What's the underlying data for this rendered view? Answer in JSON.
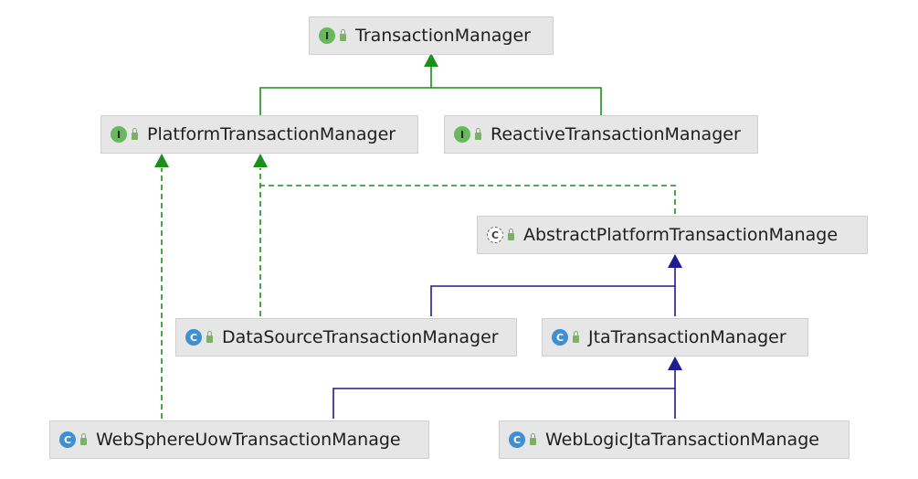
{
  "diagram": {
    "nodes": [
      {
        "id": "transaction-manager",
        "label": "TransactionManager",
        "kind": "interface",
        "badge": "I"
      },
      {
        "id": "platform-transaction-manager",
        "label": "PlatformTransactionManager",
        "kind": "interface",
        "badge": "I"
      },
      {
        "id": "reactive-transaction-manager",
        "label": "ReactiveTransactionManager",
        "kind": "interface",
        "badge": "I"
      },
      {
        "id": "abstract-platform-transaction-manager",
        "label": "AbstractPlatformTransactionManage",
        "kind": "abstract-class",
        "badge": "C"
      },
      {
        "id": "datasource-transaction-manager",
        "label": "DataSourceTransactionManager",
        "kind": "class",
        "badge": "C"
      },
      {
        "id": "jta-transaction-manager",
        "label": "JtaTransactionManager",
        "kind": "class",
        "badge": "C"
      },
      {
        "id": "websphere-uow-transaction-manager",
        "label": "WebSphereUowTransactionManage",
        "kind": "class",
        "badge": "C"
      },
      {
        "id": "weblogic-jta-transaction-manager",
        "label": "WebLogicJtaTransactionManage",
        "kind": "class",
        "badge": "C"
      }
    ],
    "edges": [
      {
        "from": "platform-transaction-manager",
        "to": "transaction-manager",
        "type": "interface-extends",
        "color": "#1a8f1a"
      },
      {
        "from": "reactive-transaction-manager",
        "to": "transaction-manager",
        "type": "interface-extends",
        "color": "#1a8f1a"
      },
      {
        "from": "abstract-platform-transaction-manager",
        "to": "platform-transaction-manager",
        "type": "implements",
        "color": "#1a8f1a"
      },
      {
        "from": "datasource-transaction-manager",
        "to": "platform-transaction-manager",
        "type": "implements",
        "color": "#1a8f1a"
      },
      {
        "from": "websphere-uow-transaction-manager",
        "to": "platform-transaction-manager",
        "type": "implements",
        "color": "#1a8f1a"
      },
      {
        "from": "datasource-transaction-manager",
        "to": "abstract-platform-transaction-manager",
        "type": "extends",
        "color": "#1d1d8f"
      },
      {
        "from": "jta-transaction-manager",
        "to": "abstract-platform-transaction-manager",
        "type": "extends",
        "color": "#1d1d8f"
      },
      {
        "from": "websphere-uow-transaction-manager",
        "to": "jta-transaction-manager",
        "type": "extends",
        "color": "#1d1d8f"
      },
      {
        "from": "weblogic-jta-transaction-manager",
        "to": "jta-transaction-manager",
        "type": "extends",
        "color": "#1d1d8f"
      }
    ]
  }
}
